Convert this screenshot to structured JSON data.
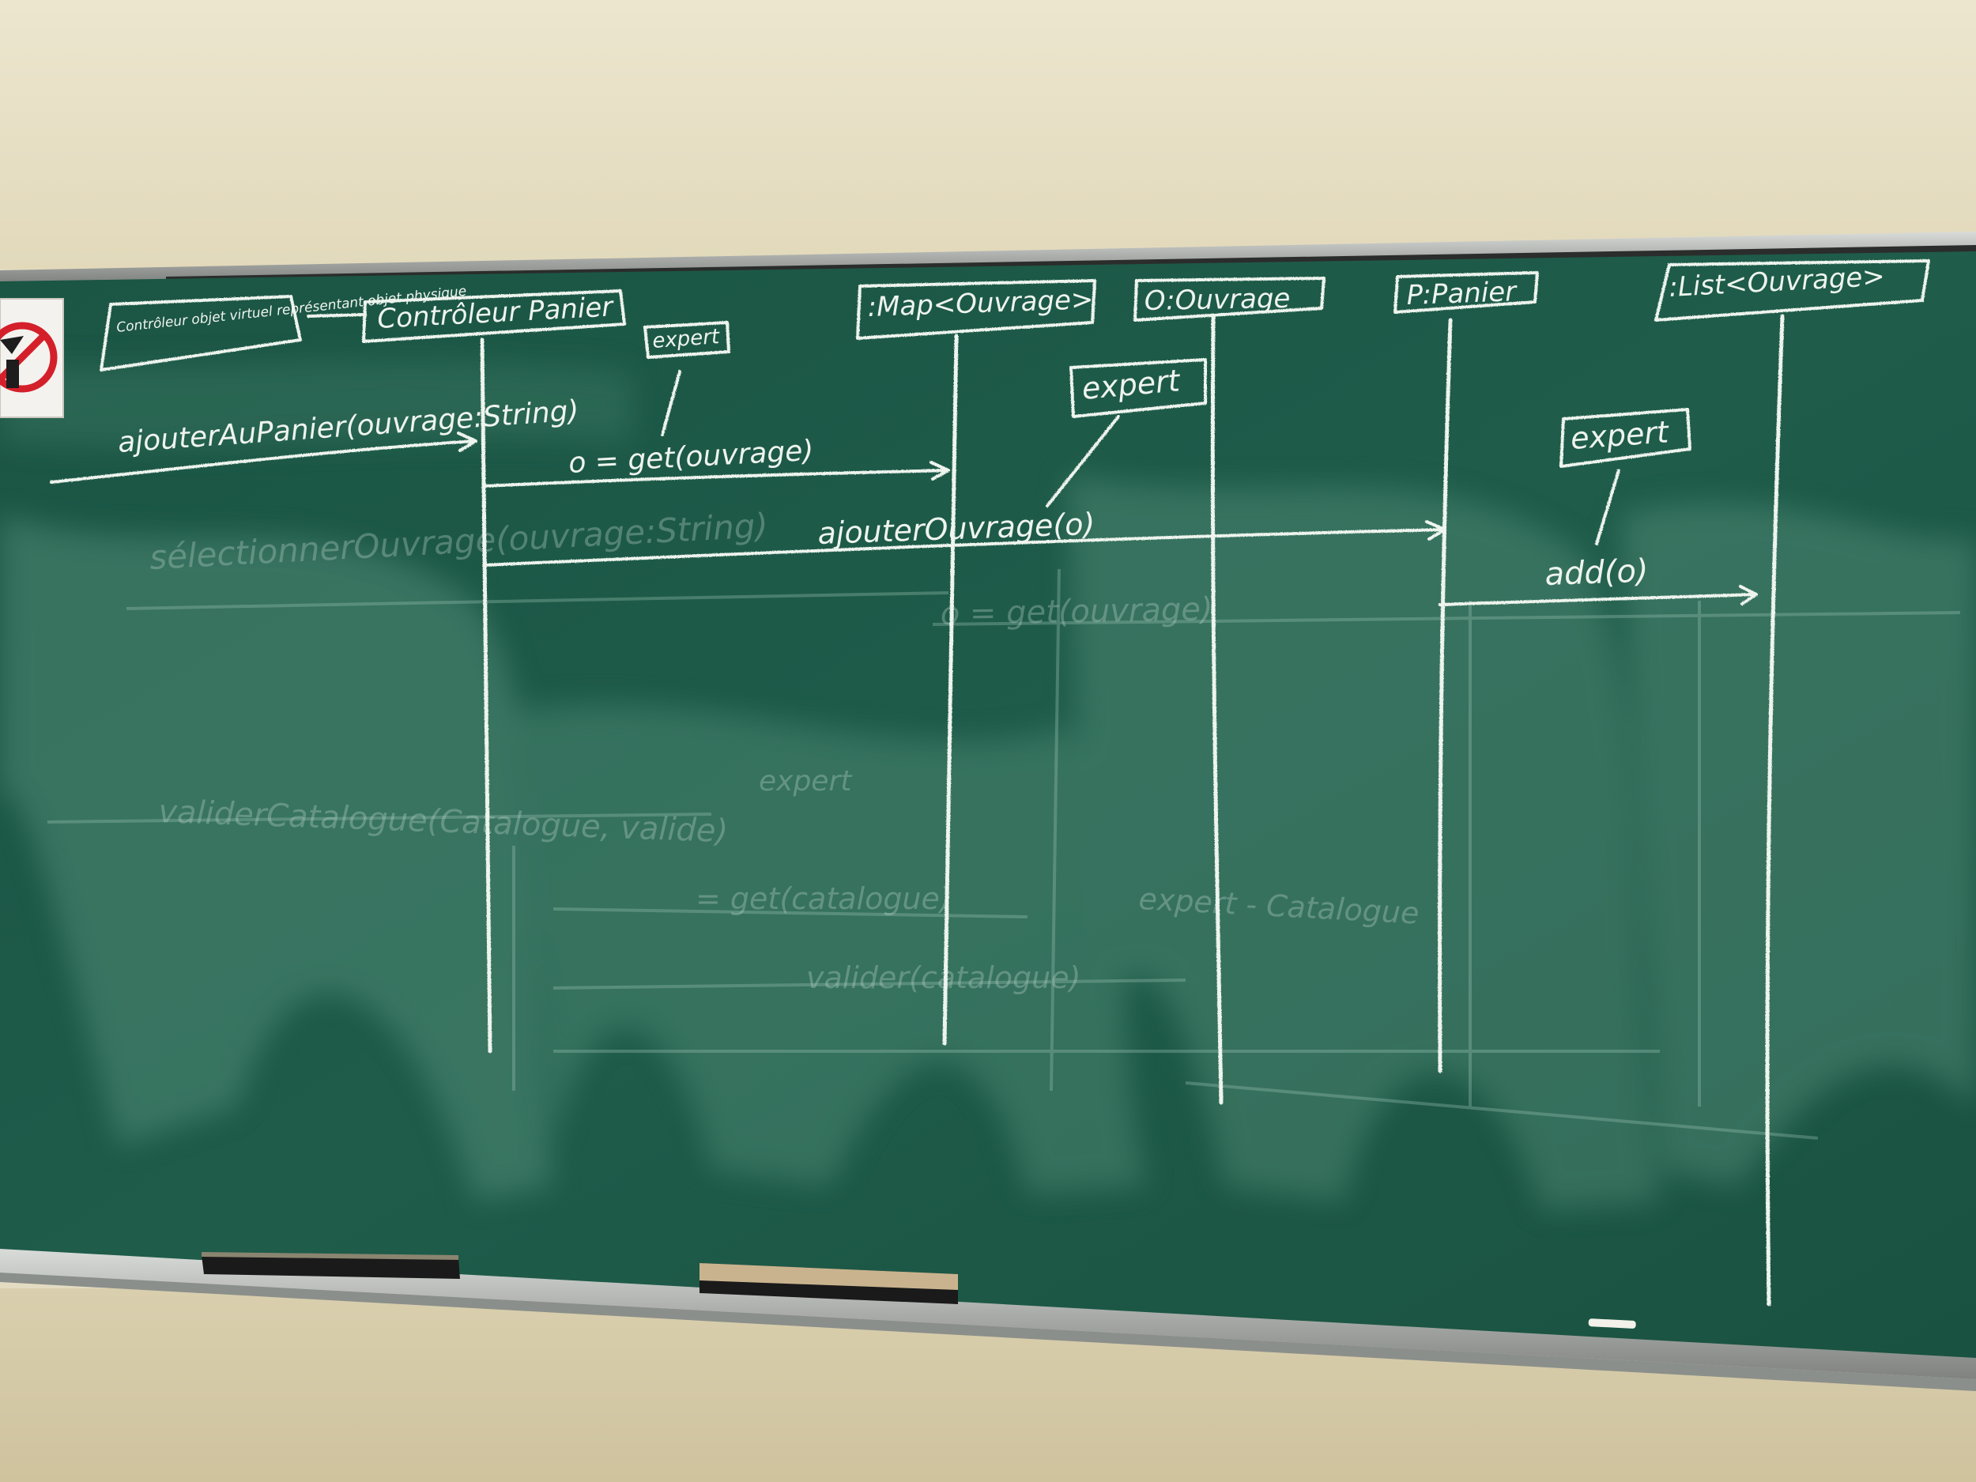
{
  "scene": {
    "colors": {
      "board": "#1e5a48",
      "chalk": "#eef4ee",
      "wall": "#e4dcc2",
      "frame": "#b8bbb8",
      "sign_red": "#d4202a"
    },
    "icon_names": [
      "no-entry-sign-icon",
      "chalk-eraser-icon"
    ],
    "diagram": {
      "note": "Contrôleur objet virtuel représentant objet physique",
      "lifelines": [
        "Contrôleur Panier",
        ":Map<Ouvrage>",
        "O:Ouvrage",
        "P:Panier",
        ":List<Ouvrage>"
      ],
      "experts": [
        "expert",
        "expert",
        "expert"
      ],
      "messages": [
        "ajouterAuPanier(ouvrage:String)",
        "o = get(ouvrage)",
        "ajouterOuvrage(o)",
        "add(o)"
      ],
      "erased_traces": [
        "sélectionnerOuvrage(ouvrage:String)",
        "o = get(ouvrage)",
        "validerCatalogue(Catalogue, valide)",
        "expert",
        "= get(catalogue)",
        "valider(catalogue)",
        "expert - Catalogue"
      ]
    }
  }
}
